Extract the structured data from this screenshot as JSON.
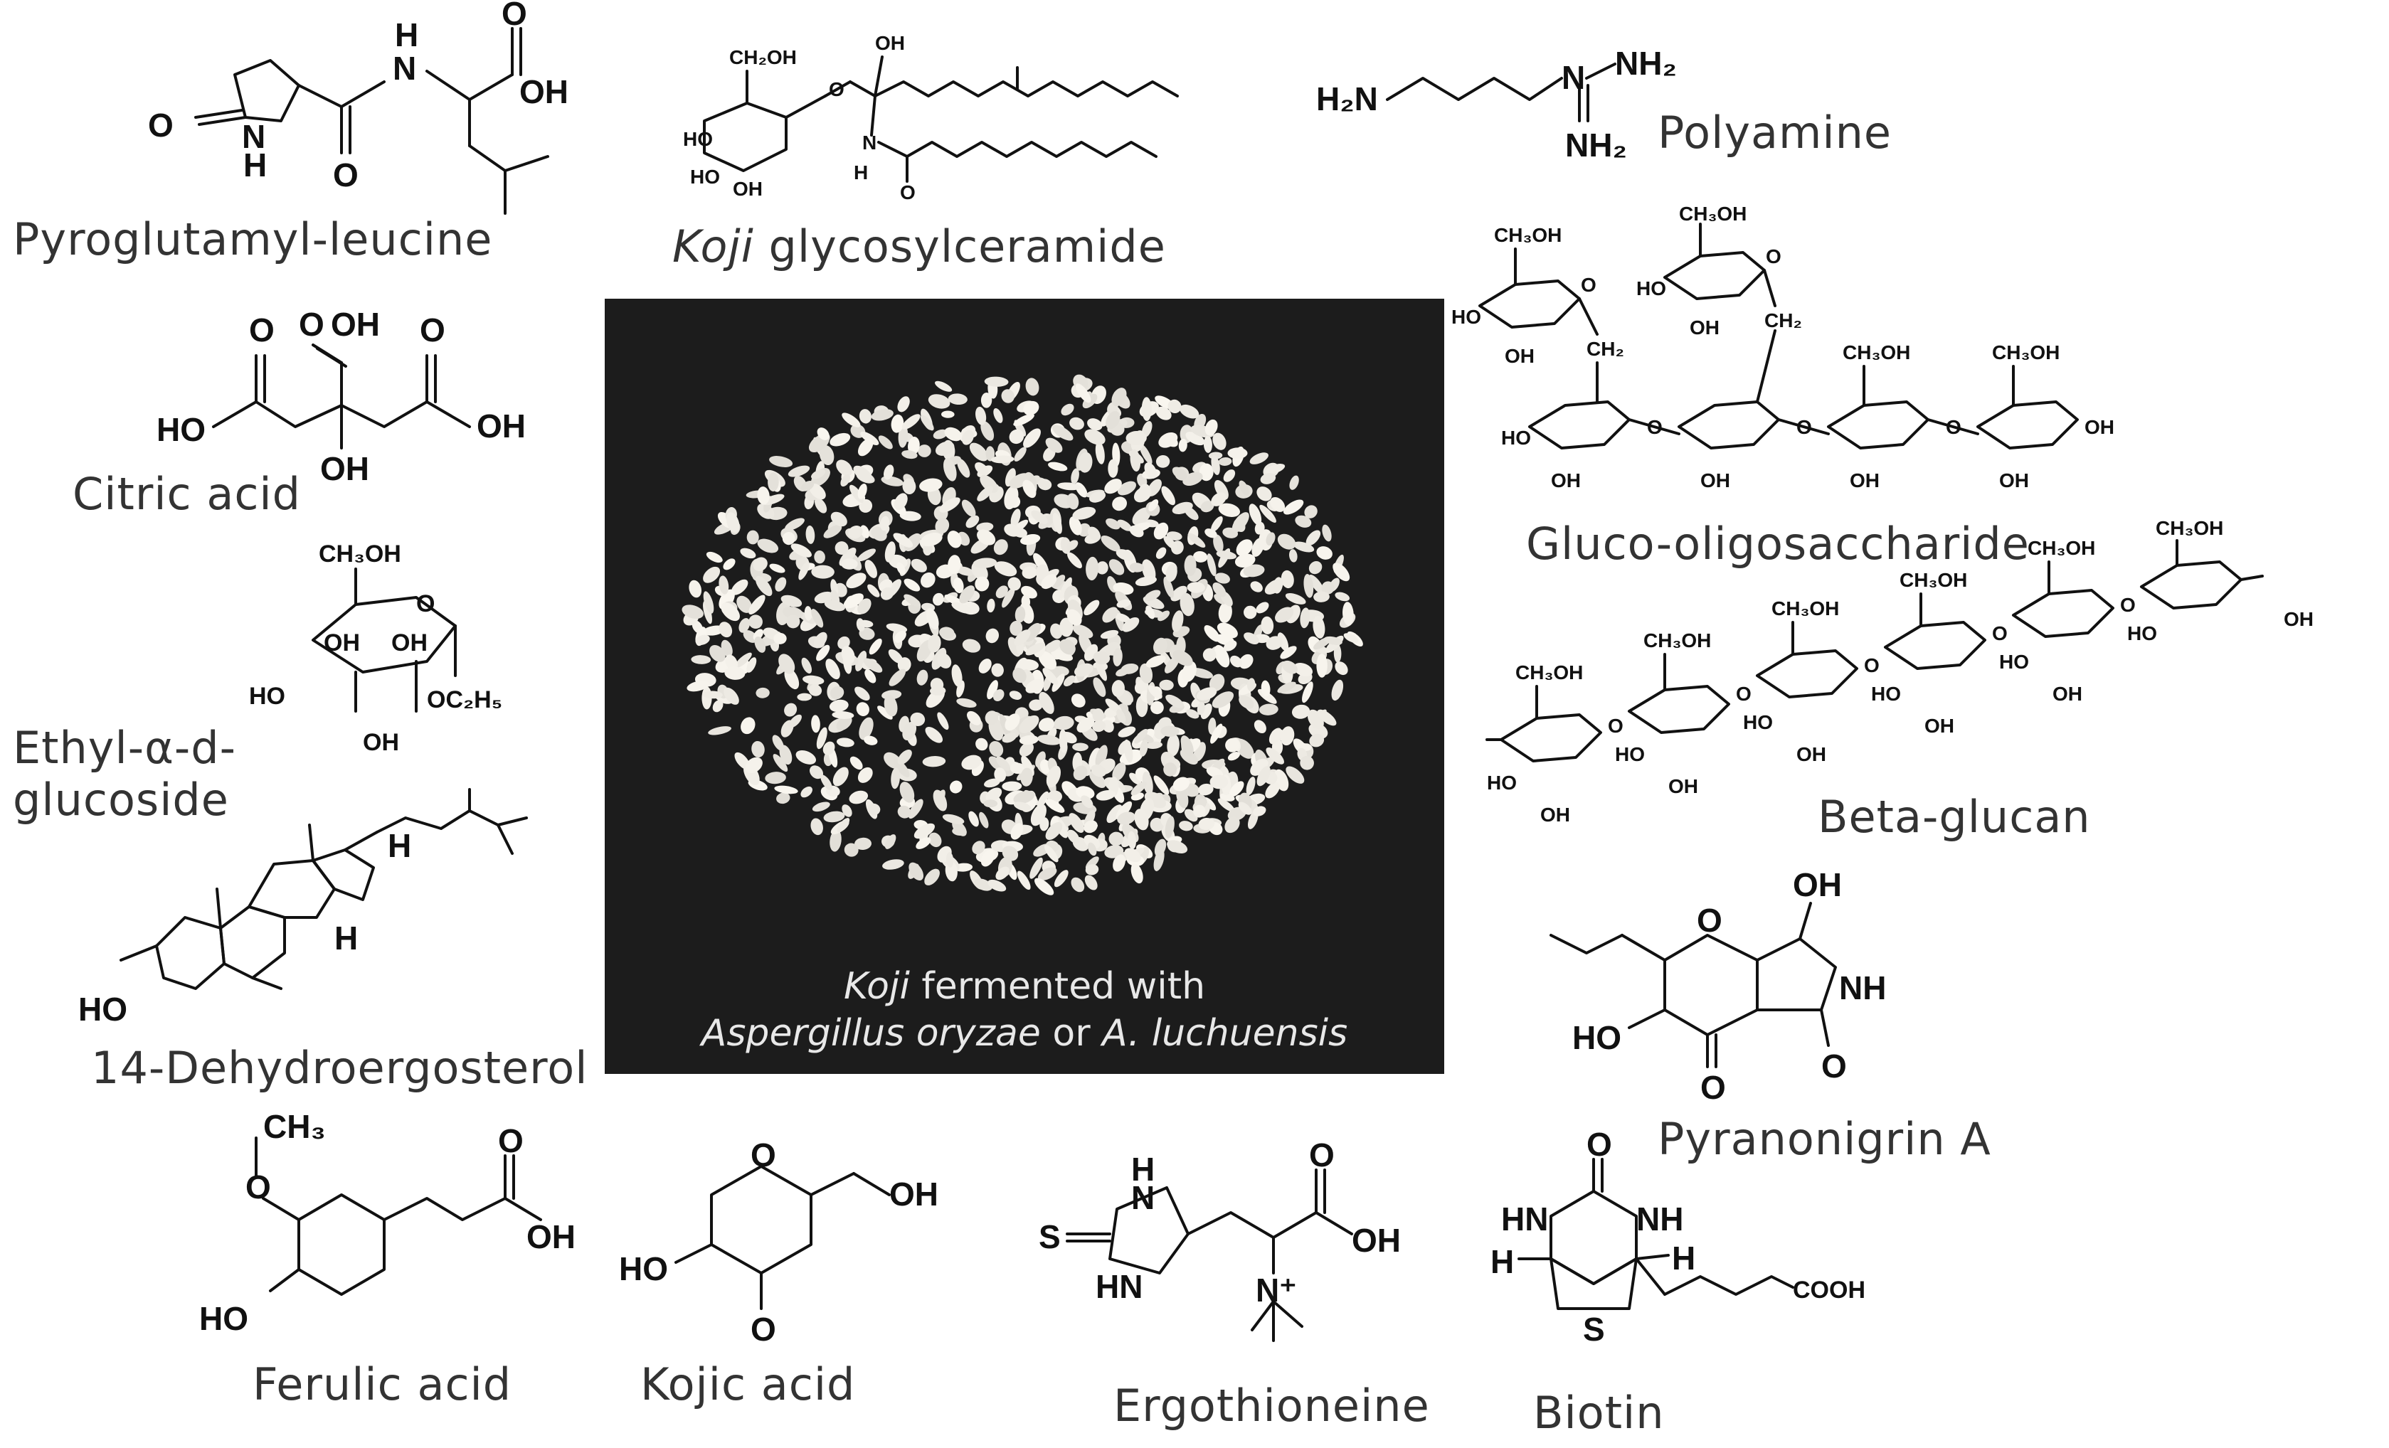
{
  "compounds": {
    "pyroglutamyl_leucine": "Pyroglutamyl-leucine",
    "koji_glycosylceramide_prefix": "Koji",
    "koji_glycosylceramide_suffix": " glycosylceramide",
    "polyamine": "Polyamine",
    "citric_acid": "Citric acid",
    "gluco_oligosaccharide": "Gluco-oligosaccharide",
    "ethyl_glucoside_line1": "Ethyl-α-d-",
    "ethyl_glucoside_line2": "glucoside",
    "beta_glucan": "Beta-glucan",
    "dehydroergosterol": "14-Dehydroergosterol",
    "pyranonigrin": "Pyranonigrin A",
    "ferulic_acid": "Ferulic acid",
    "kojic_acid": "Kojic acid",
    "ergothioneine": "Ergothioneine",
    "biotin": "Biotin"
  },
  "photo": {
    "caption_italic_1": "Koji",
    "caption_rest_1": " fermented with",
    "caption_italic_2a": "Aspergillus oryzae",
    "caption_mid_2": " or ",
    "caption_italic_2b": "A. luchuensis"
  },
  "atom_labels": {
    "oh": "OH",
    "ho": "HO",
    "o": "O",
    "n": "N",
    "h": "H",
    "s": "S",
    "nh": "NH",
    "hn": "HN",
    "nh2": "NH₂",
    "h2n": "H₂N",
    "ch2oh": "CH₂OH",
    "ch3oh": "CH₃OH",
    "ch2": "CH₂",
    "ch3": "CH₃",
    "oc2h5": "OC₂H₅",
    "cooh": "COOH",
    "nplus": "N⁺"
  },
  "colors": {
    "photo_background": "#1c1c1c",
    "koji_grain": "#f4f1ea",
    "text": "#333333"
  }
}
